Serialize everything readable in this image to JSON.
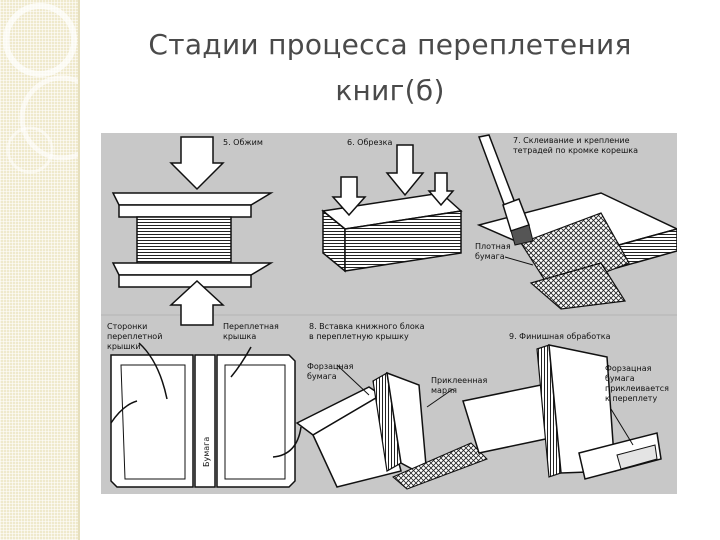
{
  "title": {
    "line1": "Стадии процесса переплетения",
    "line2": "книг(б)"
  },
  "diagram": {
    "stage5": "5. Обжим",
    "stage6": "6. Обрезка",
    "stage7_line1": "7. Склеивание и крепление",
    "stage7_line2": "тетрадей по кромке корешка",
    "thick_paper_line1": "Плотная",
    "thick_paper_line2": "бумага",
    "cover_sides_line1": "Сторонки",
    "cover_sides_line2": "переплетной",
    "cover_sides_line3": "крышки",
    "binding_cover_line1": "Переплетная",
    "binding_cover_line2": "крышка",
    "paper_vertical": "Бумага",
    "stage8_line1": "8. Вставка книжного блока",
    "stage8_line2": "в переплетную крышку",
    "endpaper_line1": "Форзацная",
    "endpaper_line2": "бумага",
    "glued_gauze_line1": "Приклеенная",
    "glued_gauze_line2": "марля",
    "stage9": "9. Финишная обработка",
    "endpaper_glued_line1": "Форзацная",
    "endpaper_glued_line2": "бумага",
    "endpaper_glued_line3": "приклеивается",
    "endpaper_glued_line4": "к переплету"
  },
  "colors": {
    "title": "#4a4a4a",
    "diagram_bg": "#c8c8c8",
    "strip": "#efe9cc"
  }
}
